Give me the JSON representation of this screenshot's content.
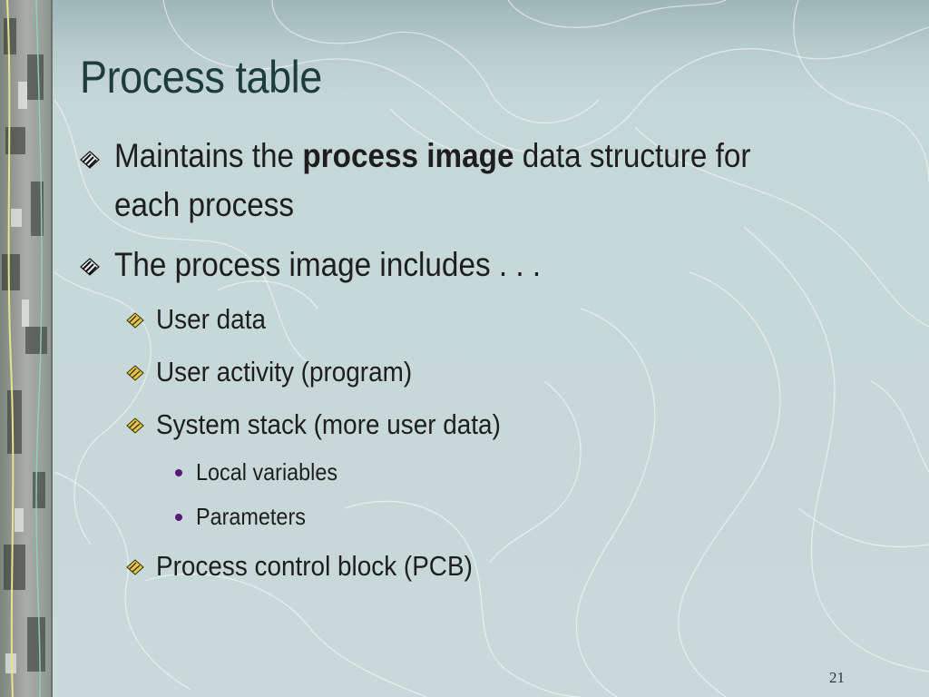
{
  "slide": {
    "title": "Process table",
    "bullets": [
      {
        "pre": "Maintains the ",
        "bold": "process image",
        "post": " data structure for",
        "line2": "each process"
      },
      {
        "text": "The process image includes . . ."
      }
    ],
    "sub_bullets": [
      "User data",
      "User activity (program)",
      "System stack (more user data)",
      "Process control block (PCB)"
    ],
    "sub_sub_bullets": [
      "Local variables",
      "Parameters"
    ],
    "page_number": "21"
  },
  "colors": {
    "title": "#1d3d3a",
    "background": "#c9d9d9",
    "text": "#1e1e1e",
    "dot_bullet": "#5a1878"
  },
  "icons": {
    "level1": "striped-diamond-bullet-icon",
    "level2": "yellow-diamond-bullet-icon",
    "level3": "purple-dot-bullet-icon"
  }
}
